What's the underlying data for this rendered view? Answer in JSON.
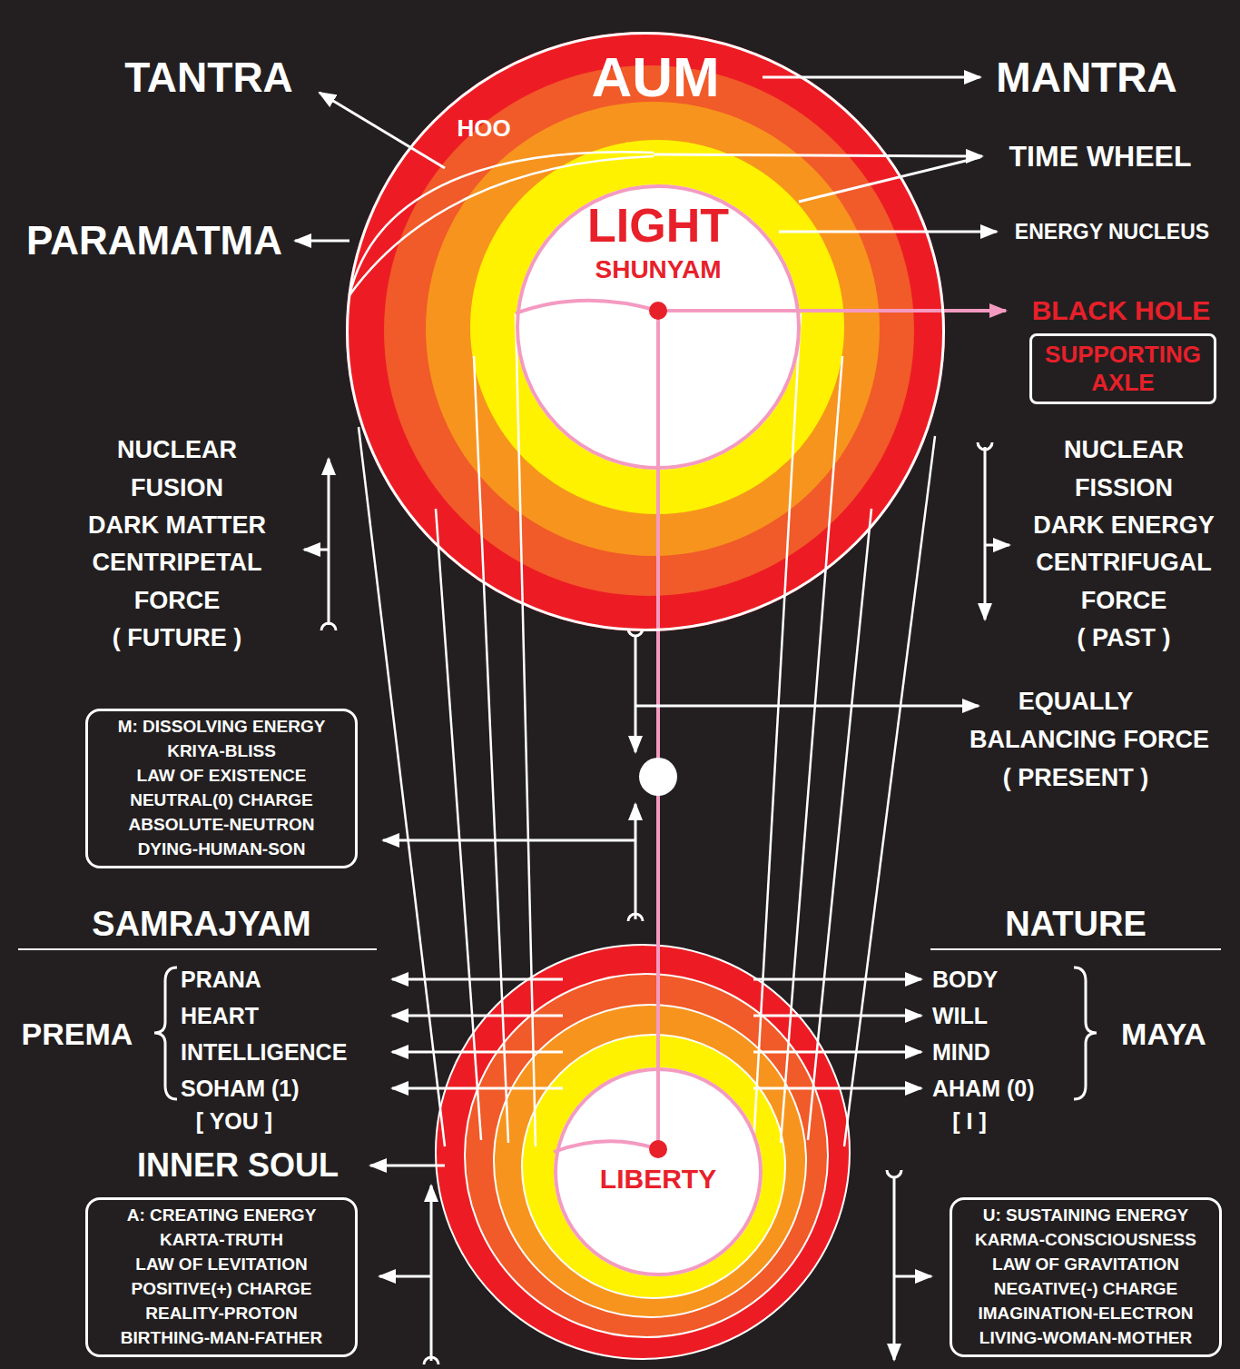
{
  "diagram": {
    "nodes": [
      {
        "text": [
          "AUM",
          "HOO"
        ]
      },
      {
        "text": [
          "LIGHT",
          "SHUNYAM"
        ],
        "in": 0
      },
      {
        "text": [
          "SUPPORTING AXLE"
        ]
      },
      {
        "text": [
          "M: DISSOLVING ENERGY",
          "KRIYA-BLISS",
          "LAW OF EXISTENCE",
          "NEUTRAL(0) CHARGE",
          "ABSOLUTE-NEUTRON",
          "DYING-HUMAN-SON"
        ]
      },
      {
        "text": [
          "LIBERTY"
        ]
      },
      {
        "text": [
          "A: CREATING ENERGY",
          "KARTA-TRUTH",
          "LAW OF LEVITATION",
          "POSITIVE(+) CHARGE",
          "REALITY-PROTON",
          "BIRTHING-MAN-FATHER"
        ]
      },
      {
        "text": [
          "U: SUSTAINING ENERGY",
          "KARMA-CONSCIOUSNESS",
          "LAW OF GRAVITATION",
          "NEGATIVE(-) CHARGE",
          "IMAGINATION-ELECTRON",
          "LIVING-WOMAN-MOTHER"
        ]
      }
    ],
    "edges": [
      {
        "from": 1,
        "to": 4,
        "arrow": "none"
      }
    ],
    "labels": [
      "TANTRA",
      "MANTRA",
      "PARAMATMA",
      "TIME WHEEL",
      "ENERGY NUCLEUS",
      "BLACK HOLE",
      "NUCLEAR",
      "FUSION",
      "DARK MATTER",
      "CENTRIPETAL",
      "FORCE",
      "( FUTURE )",
      "NUCLEAR",
      "FISSION",
      "DARK ENERGY",
      "CENTRIFUGAL",
      "FORCE",
      "( PAST )",
      "EQUALLY",
      "BALANCING FORCE",
      "( PRESENT )",
      "SAMRAJYAM",
      "NATURE",
      "PREMA",
      "PRANA",
      "HEART",
      "INTELLIGENCE",
      "SOHAM (1)",
      "[ YOU ]",
      "BODY",
      "WILL",
      "MIND",
      "AHAM (0)",
      "[ I ]",
      "MAYA",
      "INNER SOUL"
    ]
  }
}
